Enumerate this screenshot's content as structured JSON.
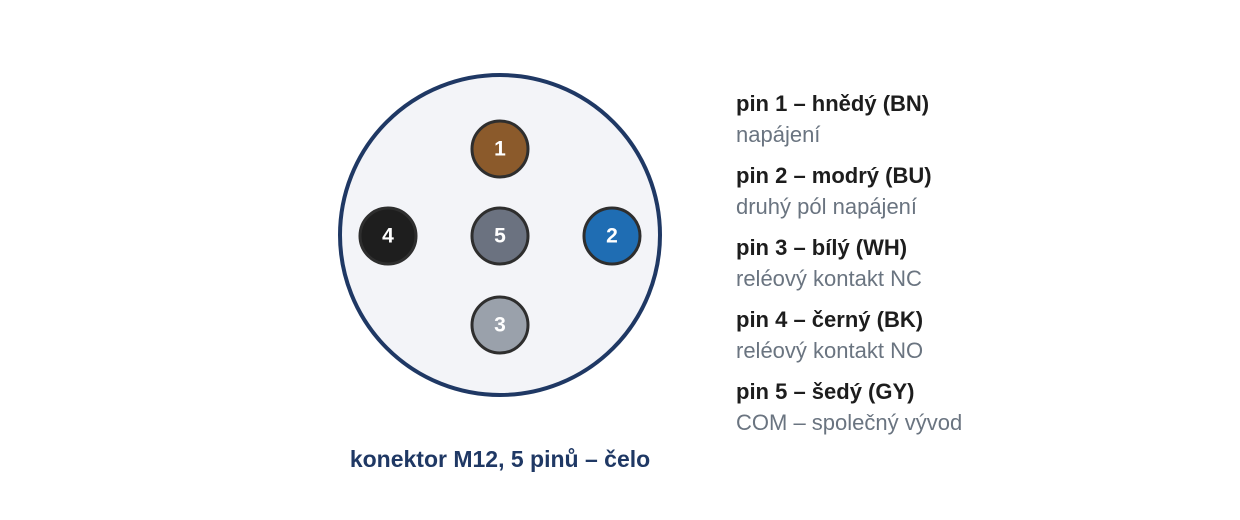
{
  "connector": {
    "caption": "konektor M12, 5 pinů – čelo",
    "outline_color": "#1f3864",
    "face_color": "#f3f4f8",
    "pin_outline_color": "#2e2e2e",
    "pins": [
      {
        "number": "1",
        "color": "#8b5a2b",
        "position": "top"
      },
      {
        "number": "2",
        "color": "#1f6db3",
        "position": "right"
      },
      {
        "number": "3",
        "color": "#9aa1ab",
        "position": "bottom"
      },
      {
        "number": "4",
        "color": "#1e1e1e",
        "position": "left"
      },
      {
        "number": "5",
        "color": "#6b7280",
        "position": "center"
      }
    ]
  },
  "legend": [
    {
      "title": "pin 1 – hnědý (BN)",
      "description": "napájení"
    },
    {
      "title": "pin 2 – modrý (BU)",
      "description": "druhý pól napájení"
    },
    {
      "title": "pin 3 – bílý (WH)",
      "description": "reléový kontakt NC"
    },
    {
      "title": "pin 4 – černý (BK)",
      "description": "reléový kontakt NO"
    },
    {
      "title": "pin 5 – šedý (GY)",
      "description": "COM – společný vývod"
    }
  ]
}
